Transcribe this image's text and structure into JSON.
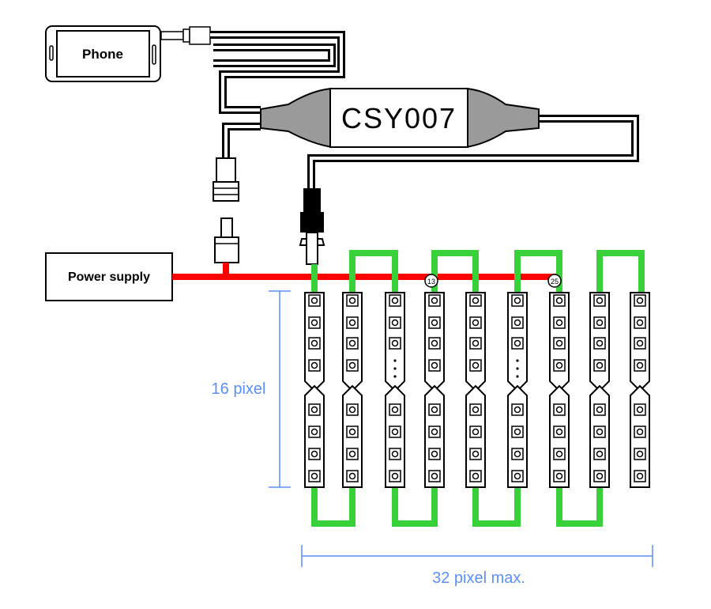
{
  "phone": {
    "label": "Phone"
  },
  "controller": {
    "label": "CSY007"
  },
  "power_supply": {
    "label": "Power supply"
  },
  "strip_markers": {
    "first": "13",
    "second": "25"
  },
  "dimensions": {
    "vertical": "16 pixel",
    "horizontal": "32 pixel max."
  },
  "colors": {
    "wire": "#000000",
    "power_line": "#ff0000",
    "data_line": "#39d139",
    "dimension": "#5b8ff9",
    "controller_body": "#9a9a9a"
  },
  "icons": [
    "phone-icon",
    "audio-jack-icon",
    "connector-icon"
  ]
}
